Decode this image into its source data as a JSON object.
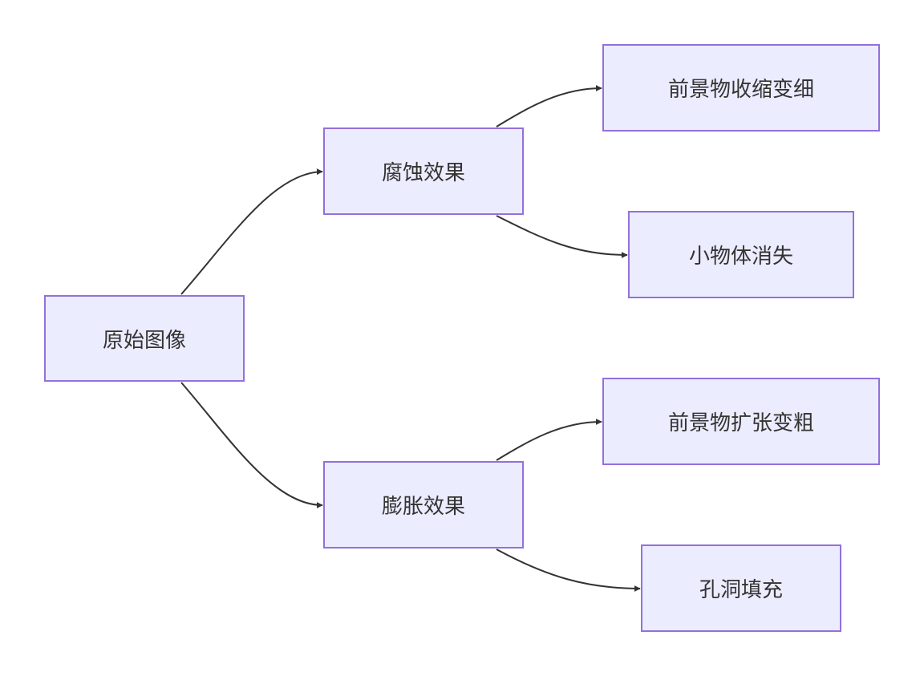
{
  "diagram": {
    "root": "原始图像",
    "erosion": {
      "label": "腐蚀效果",
      "children": [
        "前景物收缩变细",
        "小物体消失"
      ]
    },
    "dilation": {
      "label": "膨胀效果",
      "children": [
        "前景物扩张变粗",
        "孔洞填充"
      ]
    }
  },
  "colors": {
    "node_fill": "#ECECFF",
    "node_border": "#9370DB",
    "edge": "#333333",
    "text": "#333333"
  }
}
